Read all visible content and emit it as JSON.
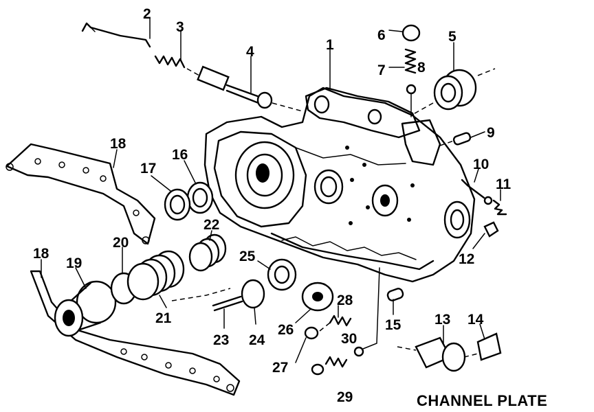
{
  "caption": "CHANNEL PLATE",
  "callouts": {
    "c1": "1",
    "c2": "2",
    "c3": "3",
    "c4": "4",
    "c5": "5",
    "c6": "6",
    "c7": "7",
    "c8": "8",
    "c9": "9",
    "c10": "10",
    "c11": "11",
    "c12": "12",
    "c13": "13",
    "c14": "14",
    "c15": "15",
    "c16": "16",
    "c17": "17",
    "c18a": "18",
    "c18b": "18",
    "c19": "19",
    "c20": "20",
    "c21": "21",
    "c22": "22",
    "c23": "23",
    "c24": "24",
    "c25": "25",
    "c26": "26",
    "c27": "27",
    "c28": "28",
    "c29": "29",
    "c30": "30"
  }
}
